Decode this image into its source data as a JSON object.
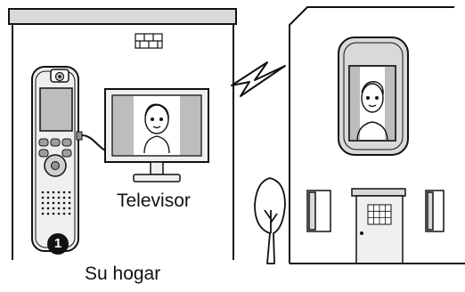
{
  "labels": {
    "tv": "Televisor",
    "home": "Su hogar",
    "callout_number": "1"
  },
  "colors": {
    "wall_fill": "#ffffff",
    "roof_fill": "#d9d9d9",
    "outline": "#111111",
    "screen_fill": "#bdbdbd",
    "device_body": "#efefef"
  },
  "icons": [
    "brick-icon",
    "wireless-signal-icon",
    "tree-icon",
    "person-face-icon"
  ]
}
